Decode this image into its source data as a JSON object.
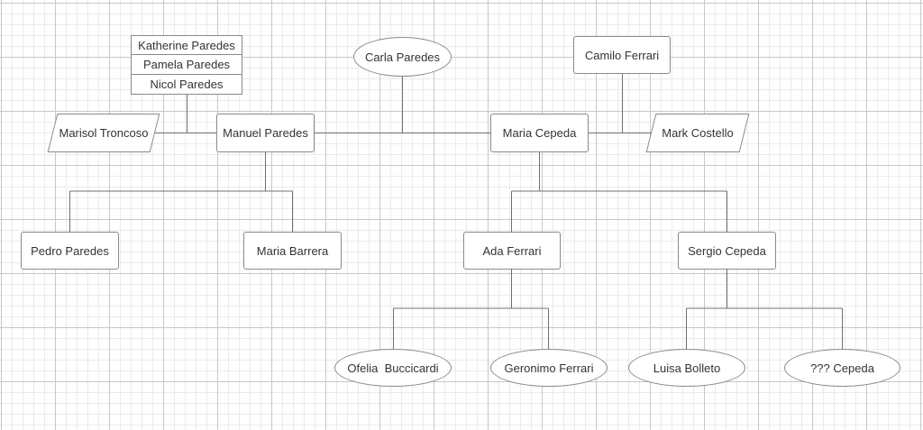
{
  "diagram": {
    "line_color": "#6f6f6f",
    "border_color": "#8a8a8a",
    "grid_color": "#d9d9d9",
    "nodes": {
      "katherine_paredes": "Katherine Paredes",
      "pamela_paredes": "Pamela Paredes",
      "nicol_paredes": "Nicol Paredes",
      "carla_paredes": "Carla Paredes",
      "camilo_ferrari": "Camilo Ferrari",
      "marisol_troncoso": "Marisol Troncoso",
      "manuel_paredes": "Manuel Paredes",
      "maria_cepeda": "Maria Cepeda",
      "mark_costello": "Mark Costello",
      "pedro_paredes": "Pedro Paredes",
      "maria_barrera": "Maria Barrera",
      "ada_ferrari": "Ada Ferrari",
      "sergio_cepeda": "Sergio Cepeda",
      "ofelia_buccicardi": "Ofelia  Buccicardi",
      "geronimo_ferrari": "Geronimo Ferrari",
      "luisa_bolleto": "Luisa Bolleto",
      "unknown_cepeda": "??? Cepeda"
    }
  }
}
